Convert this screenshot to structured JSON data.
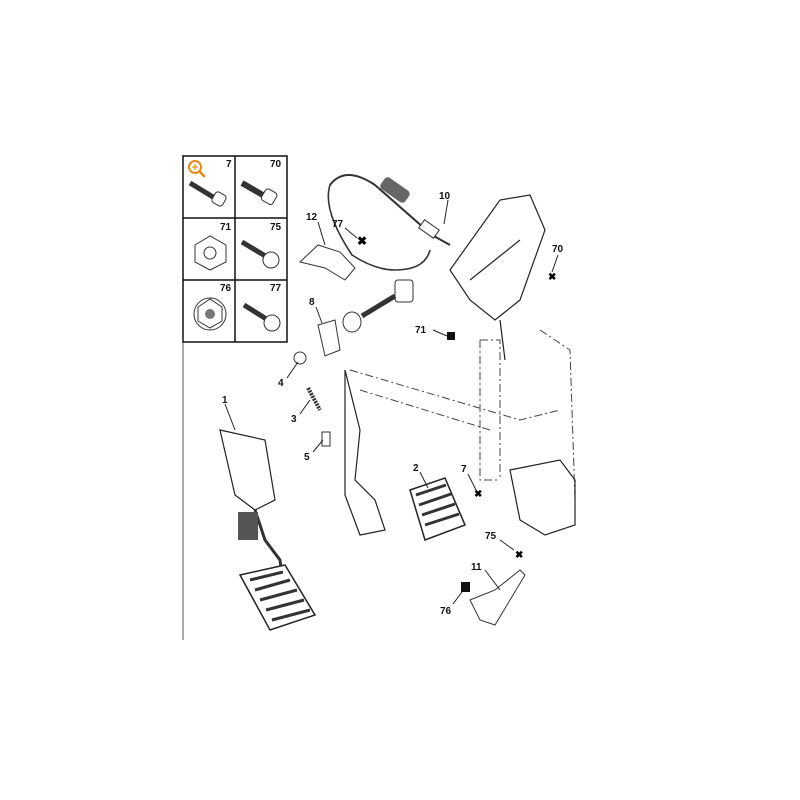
{
  "legend_box": {
    "cells": [
      {
        "ref": "7",
        "part": "bolt"
      },
      {
        "ref": "70",
        "part": "bolt"
      },
      {
        "ref": "71",
        "part": "nut"
      },
      {
        "ref": "75",
        "part": "flange-bolt"
      },
      {
        "ref": "76",
        "part": "flange-nut"
      },
      {
        "ref": "77",
        "part": "flange-bolt"
      }
    ],
    "zoom_icon": "magnifier-plus-icon",
    "zoom_color": "#e8891e"
  },
  "callouts": {
    "c1": "1",
    "c2": "2",
    "c3": "3",
    "c4": "4",
    "c5": "5",
    "c7": "7",
    "c8": "8",
    "c10": "10",
    "c11": "11",
    "c12": "12",
    "c70": "70",
    "c71": "71",
    "c75": "75",
    "c76": "76",
    "c77": "77"
  }
}
